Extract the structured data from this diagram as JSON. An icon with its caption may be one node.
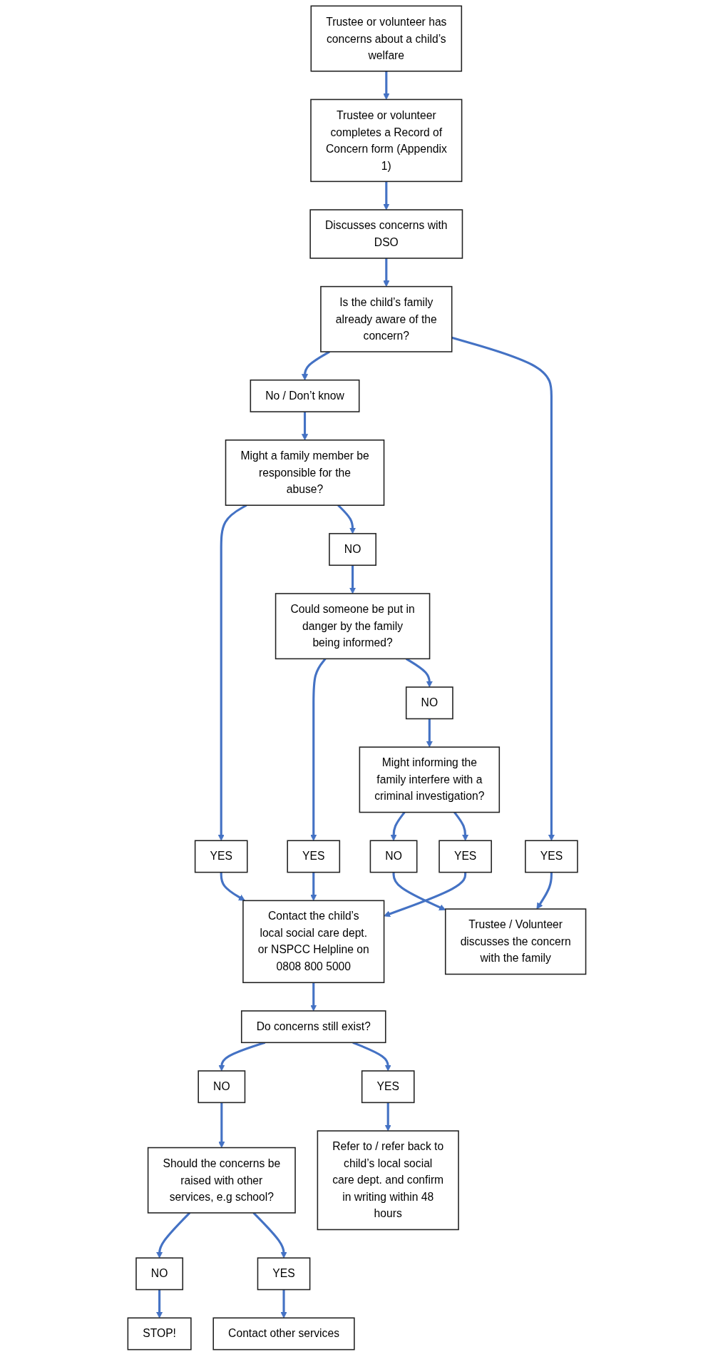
{
  "diagram": {
    "nodes": [
      {
        "text": [
          "Trustee or volunteer has concerns about a child’s welfare"
        ]
      },
      {
        "text": [
          "Trustee or volunteer completes a Record of Concern form (Appendix 1)"
        ]
      },
      {
        "text": [
          "Discusses concerns with DSO"
        ]
      },
      {
        "text": [
          "Is the child’s family already aware of the concern?"
        ]
      },
      {
        "text": [
          "No / Don’t know"
        ]
      },
      {
        "text": [
          "Might a family member be responsible for the abuse?"
        ]
      },
      {
        "text": [
          "YES"
        ]
      },
      {
        "text": [
          "YES"
        ]
      },
      {
        "text": [
          "NO"
        ]
      },
      {
        "text": [
          "Could someone be put in danger by the family being informed?"
        ]
      },
      {
        "text": [
          "YES"
        ]
      },
      {
        "text": [
          "NO"
        ]
      },
      {
        "text": [
          "Trustee / Volunteer discusses the concern with the family"
        ]
      },
      {
        "text": [
          "NO"
        ]
      },
      {
        "text": [
          "Might informing the family interfere with a criminal investigation?"
        ]
      },
      {
        "text": [
          "YES"
        ]
      },
      {
        "text": [
          "Contact the child’s local social care dept. or NSPCC Helpline on 0808 800 5000"
        ]
      },
      {
        "text": [
          "NO"
        ]
      },
      {
        "text": [
          "Should the concerns be raised with other services, e.g school?"
        ]
      },
      {
        "text": [
          "NO"
        ]
      },
      {
        "text": [
          "Do concerns still exist?"
        ]
      },
      {
        "text": [
          "STOP!"
        ]
      },
      {
        "text": [
          "YES"
        ]
      },
      {
        "text": [
          "Contact other services"
        ]
      },
      {
        "text": [
          "YES"
        ]
      },
      {
        "text": [
          "Refer to / refer back to child’s local social care dept. and confirm in writing within 48 hours"
        ]
      }
    ],
    "edges": [
      {
        "from": 0,
        "to": 1,
        "arrow": "to"
      },
      {
        "from": 1,
        "to": 2,
        "arrow": "to"
      },
      {
        "from": 2,
        "to": 3,
        "arrow": "to"
      },
      {
        "from": 3,
        "to": 4,
        "arrow": "to"
      },
      {
        "from": 4,
        "to": 5,
        "arrow": "to"
      },
      {
        "from": 5,
        "to": 6,
        "arrow": "to"
      },
      {
        "from": 3,
        "to": 7,
        "arrow": "to"
      },
      {
        "from": 7,
        "to": 12,
        "arrow": "to"
      },
      {
        "from": 5,
        "to": 8,
        "arrow": "to"
      },
      {
        "from": 8,
        "to": 9,
        "arrow": "to"
      },
      {
        "from": 9,
        "to": 10,
        "arrow": "to"
      },
      {
        "from": 9,
        "to": 11,
        "arrow": "to"
      },
      {
        "from": 11,
        "to": 14,
        "arrow": "to"
      },
      {
        "from": 14,
        "to": 13,
        "arrow": "to"
      },
      {
        "from": 13,
        "to": 12,
        "arrow": "to"
      },
      {
        "from": 14,
        "to": 15,
        "arrow": "to"
      },
      {
        "from": 6,
        "to": 16,
        "arrow": "to"
      },
      {
        "from": 10,
        "to": 16,
        "arrow": "to"
      },
      {
        "from": 15,
        "to": 16,
        "arrow": "to"
      },
      {
        "from": 16,
        "to": 20,
        "arrow": "to"
      },
      {
        "from": 20,
        "to": 19,
        "arrow": "to"
      },
      {
        "from": 19,
        "to": 18,
        "arrow": "to"
      },
      {
        "from": 18,
        "to": 17,
        "arrow": "to"
      },
      {
        "from": 17,
        "to": 21,
        "arrow": "to"
      },
      {
        "from": 18,
        "to": 22,
        "arrow": "to"
      },
      {
        "from": 22,
        "to": 23,
        "arrow": "to"
      },
      {
        "from": 20,
        "to": 24,
        "arrow": "to"
      },
      {
        "from": 24,
        "to": 25,
        "arrow": "to"
      }
    ]
  }
}
